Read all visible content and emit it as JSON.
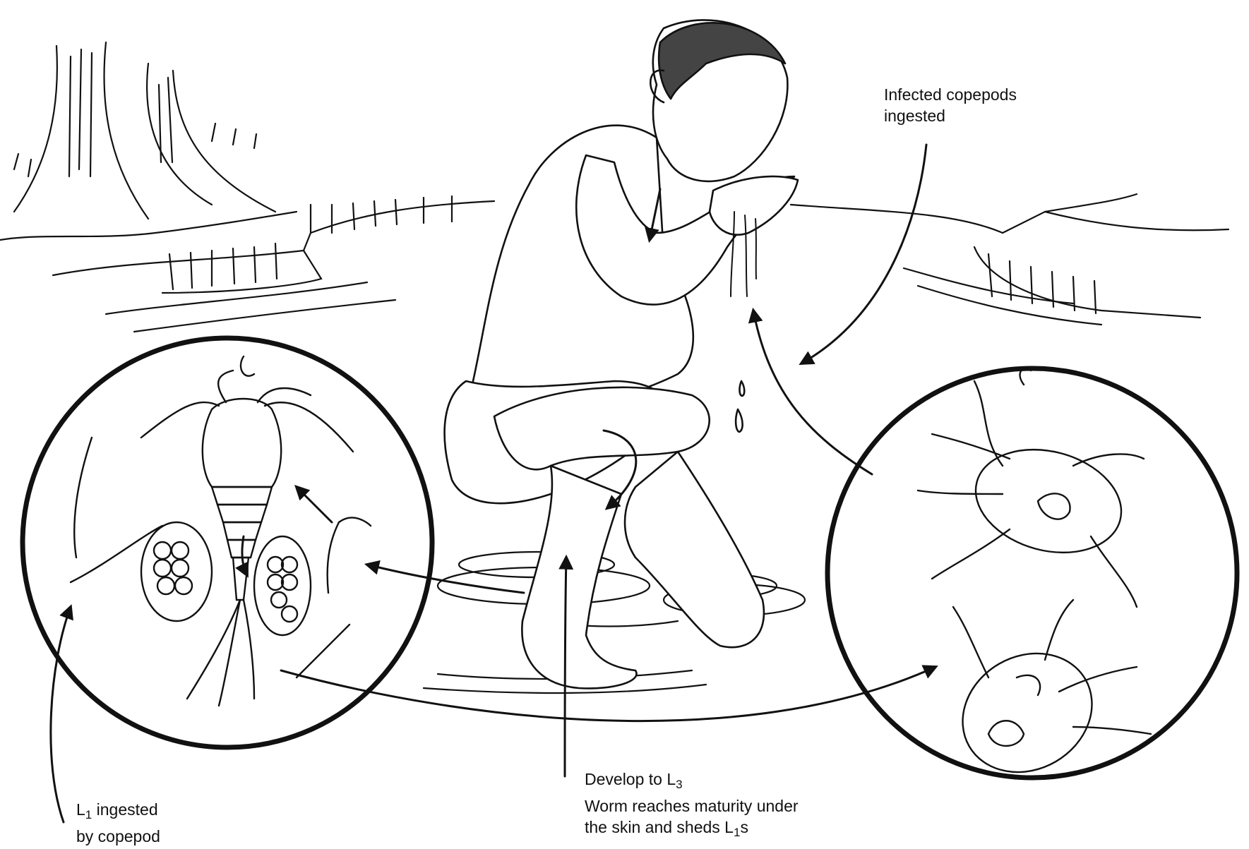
{
  "labels": {
    "copepods_line1": "Infected copepods",
    "copepods_line2": "ingested",
    "develop_prefix": "Develop to L",
    "develop_sub": "3",
    "maturity_line": "Worm reaches maturity under",
    "sheds_prefix": "the skin and sheds L",
    "sheds_sub": "1",
    "sheds_suffix": "s",
    "l1_prefix": "L",
    "l1_sub": "1",
    "l1_suffix": " ingested",
    "l1_line2": "by copepod"
  },
  "colors": {
    "ink": "#111111",
    "background": "#ffffff"
  }
}
